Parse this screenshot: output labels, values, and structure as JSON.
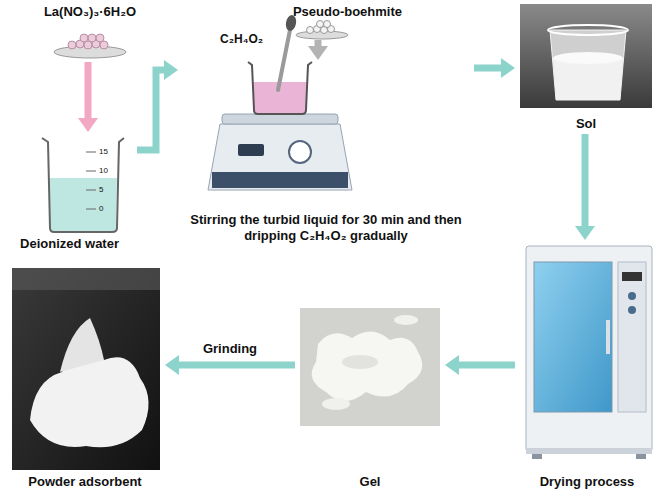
{
  "diagram": {
    "nodes": [
      {
        "text": [
          "La(NO₃)₃·6H₂O"
        ]
      },
      {
        "text": [
          "Deionized water"
        ]
      },
      {
        "text": [
          "Stirring the turbid liquid for 30 min and then dripping C₂H₄O₂ gradually"
        ]
      },
      {
        "text": [
          "Pseudo-boehmite"
        ]
      },
      {
        "text": [
          "Sol"
        ]
      },
      {
        "text": [
          "Drying process"
        ]
      },
      {
        "text": [
          "Gel"
        ]
      },
      {
        "text": [
          "Powder adsorbent"
        ]
      }
    ],
    "edges": [
      {
        "from": 0,
        "to": 1,
        "arrow": "to"
      },
      {
        "from": 1,
        "to": 2,
        "arrow": "to"
      },
      {
        "from": 3,
        "to": 2,
        "arrow": "to"
      },
      {
        "from": 2,
        "to": 4,
        "arrow": "to"
      },
      {
        "from": 4,
        "to": 5,
        "arrow": "to"
      },
      {
        "from": 5,
        "to": 6,
        "arrow": "to"
      },
      {
        "from": 6,
        "to": 7,
        "label": "Grinding",
        "arrow": "to"
      }
    ],
    "labels": [
      "C₂H₄O₂",
      "15",
      "10",
      "5",
      "0"
    ]
  }
}
